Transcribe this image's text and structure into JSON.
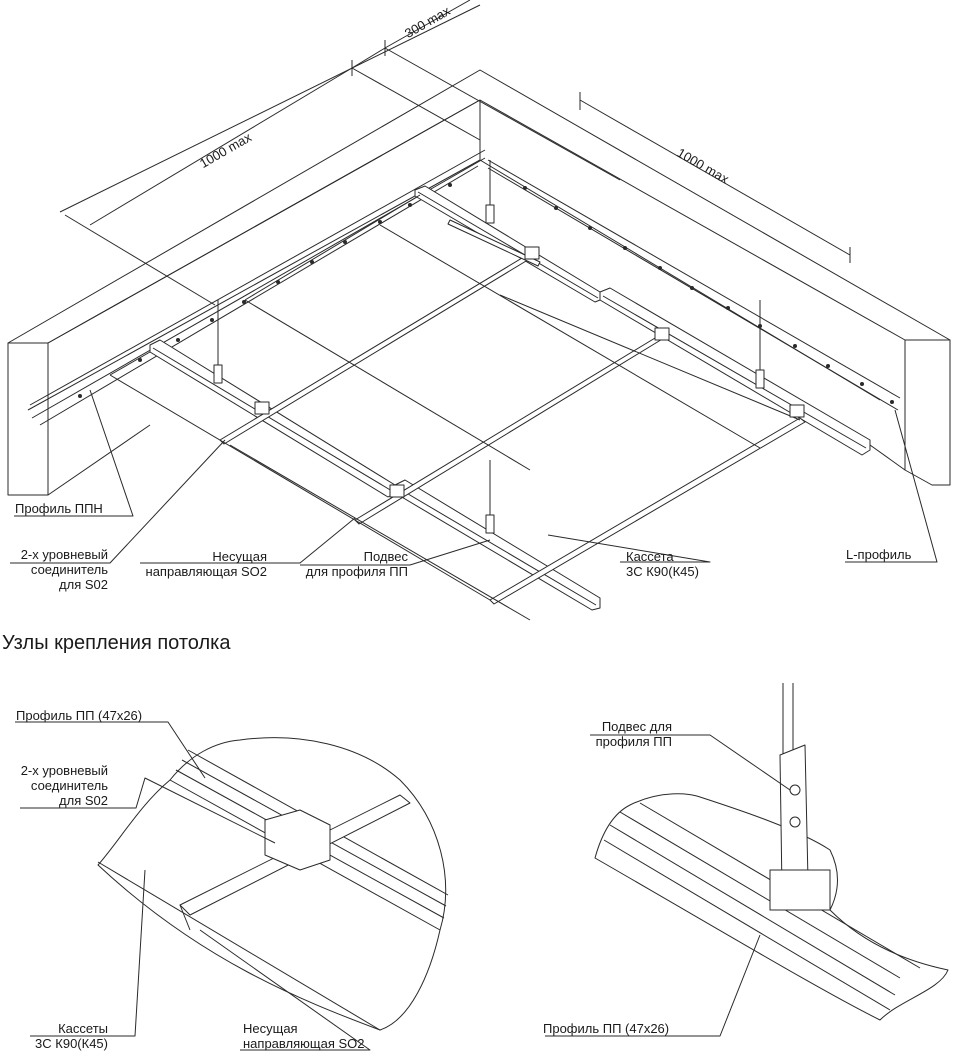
{
  "dimensions": {
    "d300": "300 max",
    "d1000a": "1000 max",
    "d1000b": "1000 max"
  },
  "labels": {
    "ppn": "Профиль ППН",
    "connector": [
      "2-х уровневый",
      "соединитель",
      "для S02"
    ],
    "carrier": [
      "Несущая",
      "направляющая SO2"
    ],
    "hanger": [
      "Подвес",
      "для профиля ПП"
    ],
    "cassette": [
      "Кассета",
      "3С К90(К45)"
    ],
    "lprofile": "L-профиль"
  },
  "section_title": "Узлы крепления потолка",
  "detail_left": {
    "pp": "Профиль ПП (47х26)",
    "connector": [
      "2-х уровневый",
      "соединитель",
      "для S02"
    ],
    "cassettes": [
      "Кассеты",
      "3С К90(К45)"
    ],
    "carrier": [
      "Несущая",
      "направляющая SO2"
    ]
  },
  "detail_right": {
    "hanger": [
      "Подвес для",
      "профиля ПП"
    ],
    "pp": "Профиль ПП (47х26)"
  },
  "colors": {
    "line": "#2a2a2a",
    "fill": "#ffffff"
  }
}
